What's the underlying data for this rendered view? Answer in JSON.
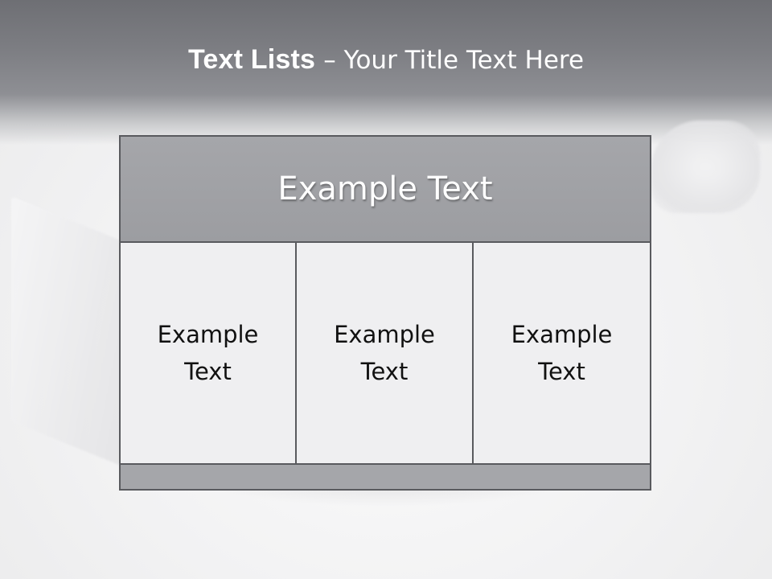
{
  "slide": {
    "title_bold": "Text Lists",
    "title_rest": "– Your Title Text Here"
  },
  "table": {
    "header": "Example Text",
    "columns": [
      {
        "text": "Example Text"
      },
      {
        "text": "Example Text"
      },
      {
        "text": "Example Text"
      }
    ],
    "footer": ""
  },
  "colors": {
    "header_fill": "#9c9da1",
    "border": "#595a5e",
    "cell_fill": "#efeff1",
    "top_band": "#6e6f74"
  }
}
